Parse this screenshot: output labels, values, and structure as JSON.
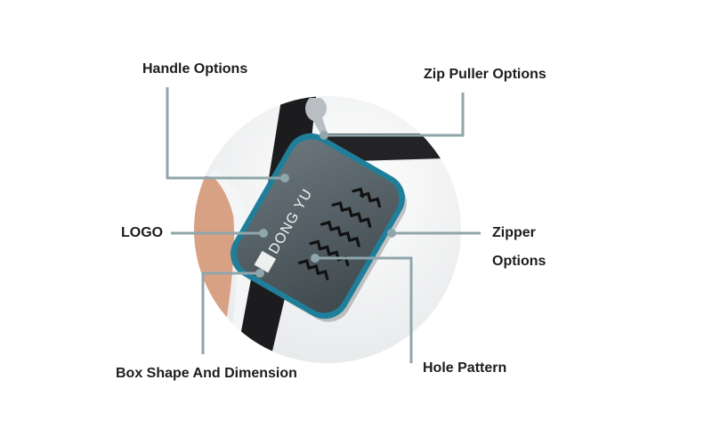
{
  "callouts": {
    "handle": "Handle Options",
    "zip_puller": "Zip Puller Options",
    "logo": "LOGO",
    "zipper_line1": "Zipper",
    "zipper_line2": "Options",
    "box_shape": "Box Shape And Dimension",
    "hole_pattern": "Hole Pattern"
  },
  "product": {
    "brand": "DONG YU"
  },
  "colors": {
    "leader_line": "#8fa6ab",
    "case_body": "#4f5a60",
    "zipper_trim": "#1f7f9a",
    "label_text": "#1d1d1d"
  }
}
